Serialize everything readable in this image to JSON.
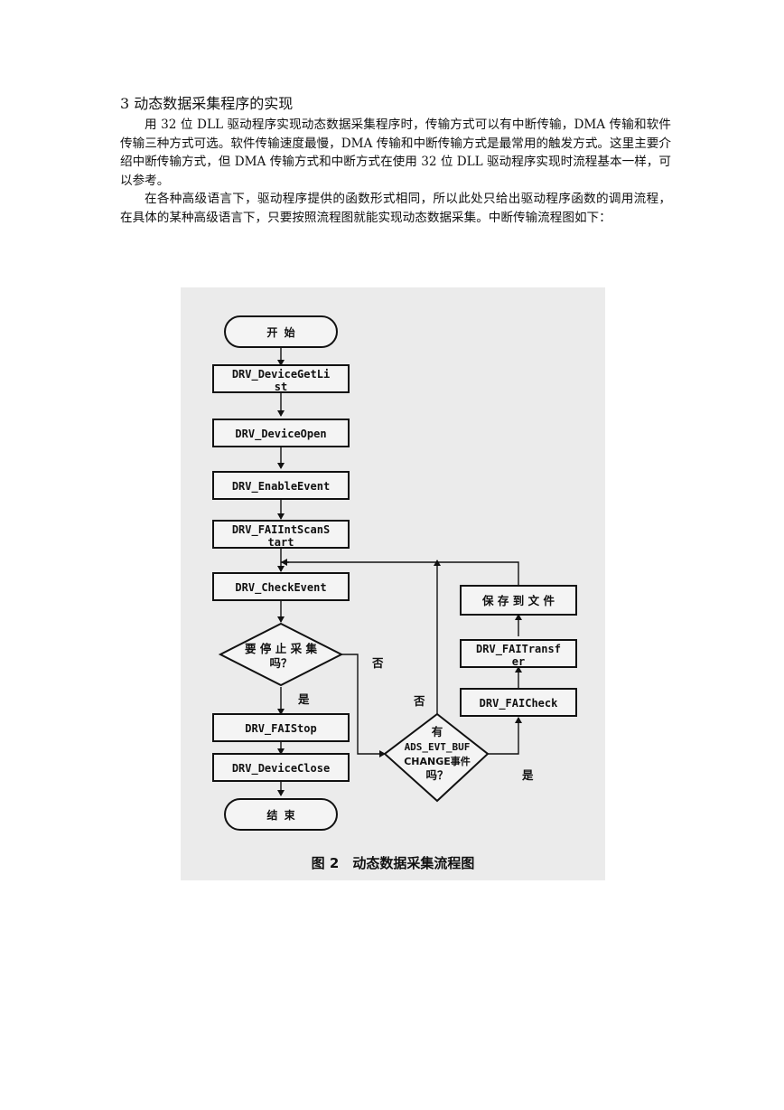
{
  "document": {
    "heading": "3 动态数据采集程序的实现",
    "paragraphs": [
      "用 32 位 DLL 驱动程序实现动态数据采集程序时，传输方式可以有中断传输，DMA 传输和软件传输三种方式可选。软件传输速度最慢，DMA 传输和中断传输方式是最常用的触发方式。这里主要介绍中断传输方式，但 DMA 传输方式和中断方式在使用 32 位 DLL 驱动程序实现时流程基本一样，可以参考。",
      "在各种高级语言下，驱动程序提供的函数形式相同，所以此处只给出驱动程序函数的调用流程，在具体的某种高级语言下，只要按照流程图就能实现动态数据采集。中断传输流程图如下："
    ]
  },
  "flowchart": {
    "start": "开 始",
    "get_list": [
      "DRV_DeviceGetLi",
      "st"
    ],
    "device_open": "DRV_DeviceOpen",
    "enable_event": "DRV_EnableEvent",
    "scan_start": [
      "DRV_FAIIntScanS",
      "tart"
    ],
    "check_event": "DRV_CheckEvent",
    "stop_question": [
      "要 停 止 采 集",
      "吗？"
    ],
    "fai_stop": "DRV_FAIStop",
    "device_close": "DRV_DeviceClose",
    "end": "结 束",
    "buf_question": [
      "有",
      "ADS_EVT_BUF",
      "CHANGE事件",
      "吗？"
    ],
    "fai_check": "DRV_FAICheck",
    "fai_transfer": [
      "DRV_FAITransf",
      "er"
    ],
    "save_file": "保 存 到 文 件",
    "label_no_1": "否",
    "label_yes_1": "是",
    "label_no_2": "否",
    "label_yes_2": "是",
    "caption": "图 2　动态数据采集流程图"
  }
}
